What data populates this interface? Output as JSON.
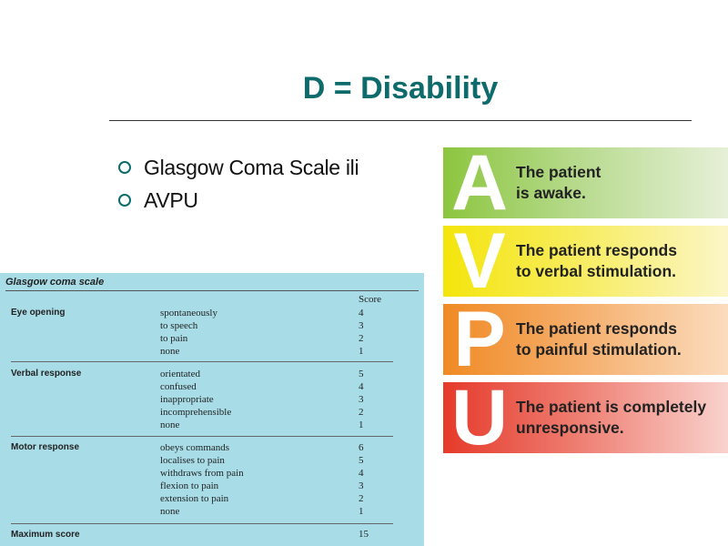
{
  "slide": {
    "title": "D = Disability",
    "bullets": [
      "Glasgow Coma Scale ili",
      "AVPU"
    ]
  },
  "avpu": [
    {
      "letter": "A",
      "line1": "The patient",
      "line2": "is awake."
    },
    {
      "letter": "V",
      "line1": "The patient responds",
      "line2": "to verbal stimulation."
    },
    {
      "letter": "P",
      "line1": "The patient responds",
      "line2": "to painful stimulation."
    },
    {
      "letter": "U",
      "line1": "The patient is completely",
      "line2": "unresponsive."
    }
  ],
  "gcs": {
    "title": "Glasgow coma scale",
    "score_header": "Score",
    "sections": [
      {
        "label": "Eye opening",
        "items": [
          {
            "text": "spontaneously",
            "score": "4"
          },
          {
            "text": "to speech",
            "score": "3"
          },
          {
            "text": "to pain",
            "score": "2"
          },
          {
            "text": "none",
            "score": "1"
          }
        ]
      },
      {
        "label": "Verbal response",
        "items": [
          {
            "text": "orientated",
            "score": "5"
          },
          {
            "text": "confused",
            "score": "4"
          },
          {
            "text": "inappropriate",
            "score": "3"
          },
          {
            "text": "incomprehensible",
            "score": "2"
          },
          {
            "text": "none",
            "score": "1"
          }
        ]
      },
      {
        "label": "Motor response",
        "items": [
          {
            "text": "obeys commands",
            "score": "6"
          },
          {
            "text": "localises to pain",
            "score": "5"
          },
          {
            "text": "withdraws from pain",
            "score": "4"
          },
          {
            "text": "flexion to pain",
            "score": "3"
          },
          {
            "text": "extension to pain",
            "score": "2"
          },
          {
            "text": "none",
            "score": "1"
          }
        ]
      }
    ],
    "max_label": "Maximum score",
    "max_score": "15"
  },
  "colors": {
    "title": "#0e6b6b",
    "table_bg": "#a8dde8",
    "avpu_a": "#8cc63f",
    "avpu_v": "#f4e50c",
    "avpu_p": "#f08a24",
    "avpu_u": "#e53a2a"
  }
}
